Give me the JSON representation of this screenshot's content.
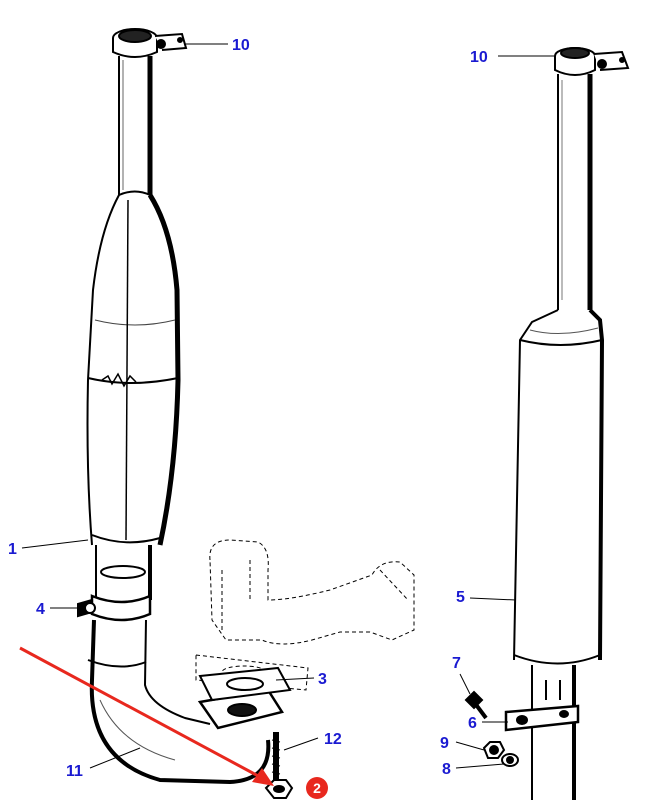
{
  "colors": {
    "label": "#1a1ad1",
    "ink": "#000000",
    "arrow": "#e8281e",
    "badge": "#e8281e"
  },
  "callouts": {
    "c10_left": "10",
    "c10_right": "10",
    "c1": "1",
    "c4": "4",
    "c11": "11",
    "c3": "3",
    "c12": "12",
    "c5": "5",
    "c7": "7",
    "c6": "6",
    "c9": "9",
    "c8": "8"
  },
  "highlight": {
    "badge_label": "2"
  }
}
